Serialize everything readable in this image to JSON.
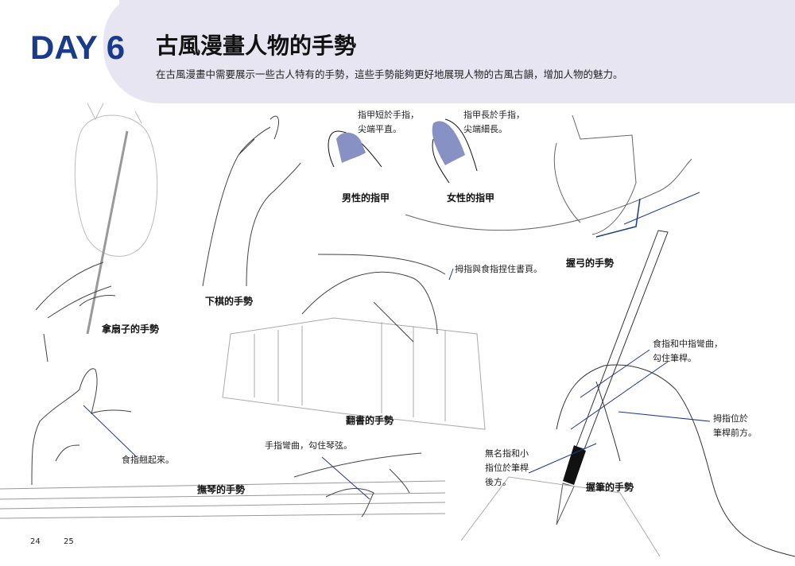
{
  "header": {
    "day": "DAY 6",
    "title": "古風漫畫人物的手勢",
    "subtitle": "在古風漫畫中需要展示一些古人特有的手勢，這些手勢能夠更好地展現人物的古風古韻，增加人物的魅力。"
  },
  "colors": {
    "accent": "#1a3a8c",
    "header_bg": "#e7e5f1",
    "nail_fill": "#8891c4",
    "pointer_line": "#1a3a8c"
  },
  "gestures": {
    "fan": "拿扇子的手勢",
    "chess": "下棋的手勢",
    "male_nail": "男性的指甲",
    "female_nail": "女性的指甲",
    "bow": "握弓的手勢",
    "book": "翻書的手勢",
    "raise_finger": "食指翹起來。",
    "zither": "撫琴的手勢",
    "brush": "握筆的手勢"
  },
  "notes": {
    "male_nail": "指甲短於手指，\n尖端平直。",
    "female_nail": "指甲長於手指，\n尖端細長。",
    "book": "拇指與食指捏住書頁。",
    "zither": "手指彎曲，勾住琴弦。",
    "brush_index": "食指和中指彎曲，\n勾住筆桿。",
    "brush_thumb": "拇指位於\n筆桿前方。",
    "brush_ring": "無名指和小\n指位於筆桿\n後方。"
  },
  "pages": {
    "left": "24",
    "right": "25"
  }
}
